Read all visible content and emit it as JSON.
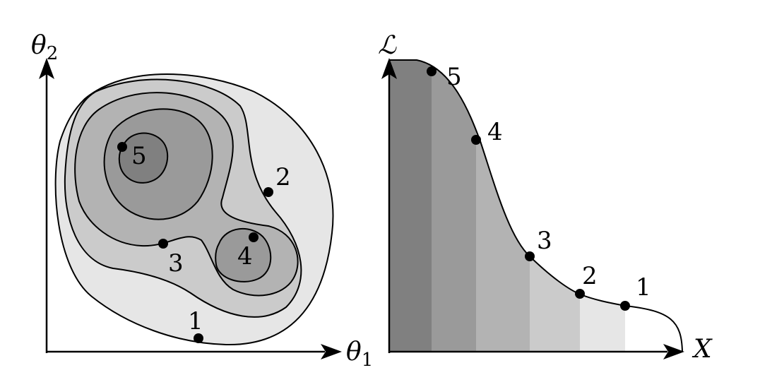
{
  "left_panel": {
    "y_axis_symbol": "θ",
    "y_axis_subscript": "2",
    "x_axis_symbol": "θ",
    "x_axis_subscript": "1",
    "contour_fills": [
      "#e6e6e6",
      "#cbcbcb",
      "#b3b3b3",
      "#9a9a9a",
      "#808080"
    ],
    "points": [
      {
        "label": "1"
      },
      {
        "label": "2"
      },
      {
        "label": "3"
      },
      {
        "label": "4"
      },
      {
        "label": "5"
      }
    ]
  },
  "right_panel": {
    "y_axis_symbol": "ℒ",
    "x_axis_symbol": "X",
    "band_fills": [
      "#808080",
      "#9a9a9a",
      "#b3b3b3",
      "#cbcbcb",
      "#e6e6e6"
    ],
    "points": [
      {
        "label": "5"
      },
      {
        "label": "4"
      },
      {
        "label": "3"
      },
      {
        "label": "2"
      },
      {
        "label": "1"
      }
    ]
  }
}
